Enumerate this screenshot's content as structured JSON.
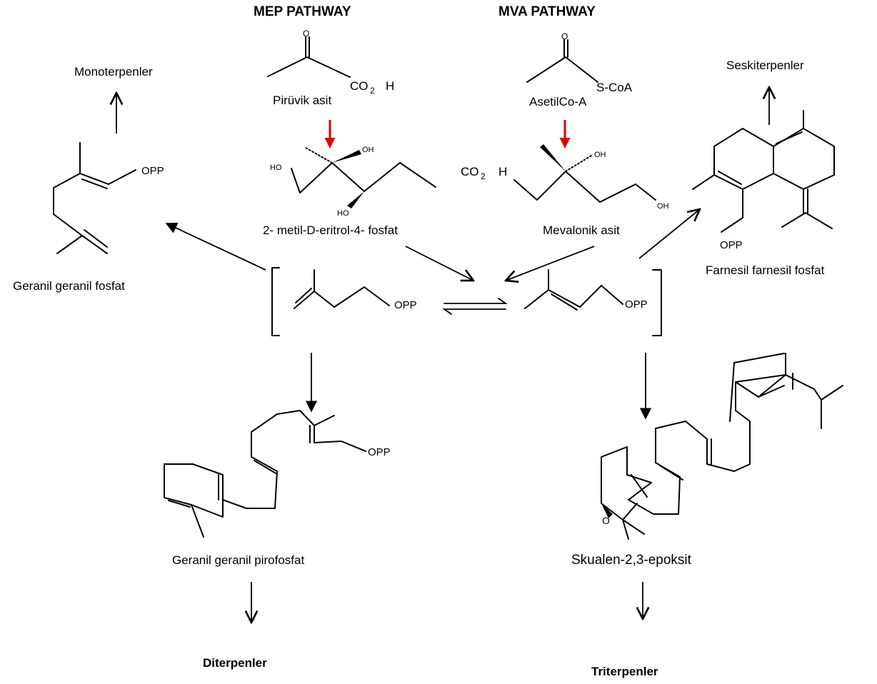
{
  "headers": {
    "mep": "MEP PATHWAY",
    "mva": "MVA PATHWAY"
  },
  "compounds": {
    "pyruvic_acid": "Pirüvik asit",
    "acetyl_coa": "AsetilCo-A",
    "mep": "2- metil-D-eritrol-4- fosfat",
    "mevalonic_acid": "Mevalonik asit",
    "ggpp_left": "Geranil geranil fosfat",
    "farnesyl": "Farnesil farnesil fosfat",
    "ggpp_bottom": "Geranil geranil pirofosfat",
    "squalene_epoxide": "Skualen-2,3-epoksit"
  },
  "products": {
    "monoterpenes": "Monoterpenler",
    "sesquiterpenes": "Seskiterpenler",
    "diterpenes": "Diterpenler",
    "triterpenes": "Triterpenler"
  },
  "atoms": {
    "co2": "CO",
    "co2_sub": "2",
    "h": "H",
    "o": "O",
    "oh": "OH",
    "ho": "HO",
    "lower_oh": "OH",
    "lower_ho": "HO",
    "opp": "OPP",
    "scoa": "S-CoA"
  },
  "colors": {
    "key_step_arrow": "#e00000",
    "lines": "#000000"
  }
}
